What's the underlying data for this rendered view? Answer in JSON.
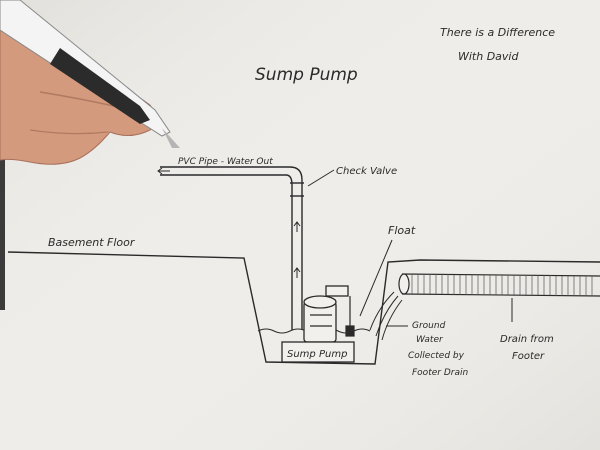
{
  "diagram": {
    "title": "Sump Pump",
    "note_line1": "There is a Difference",
    "note_line2": "With David",
    "labels": {
      "pvc_pipe": "PVC Pipe - Water Out",
      "check_valve": "Check Valve",
      "basement_floor": "Basement Floor",
      "float": "Float",
      "ground_water_1": "Ground",
      "ground_water_2": "Water",
      "ground_water_3": "Collected by",
      "ground_water_4": "Footer Drain",
      "drain_1": "Drain from",
      "drain_2": "Footer",
      "sump_pump": "Sump Pump"
    }
  },
  "colors": {
    "paper": "#f1f0ec",
    "ink": "#2a2a2a",
    "skin": "#d49a7e",
    "pen_body": "#f4f4f4",
    "pen_grip": "#2b2b2b"
  }
}
